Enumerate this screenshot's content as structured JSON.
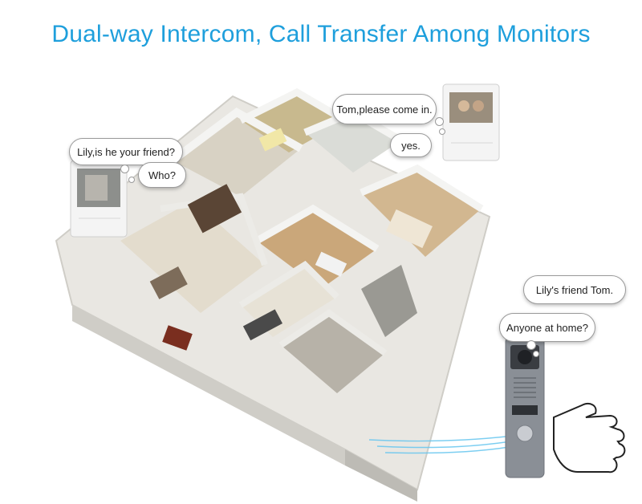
{
  "title": "Dual-way Intercom, Call Transfer Among Monitors",
  "bubbles": {
    "lily_question": "Lily,is he your friend?",
    "who": "Who?",
    "tom_come_in": "Tom,please come in.",
    "yes": "yes.",
    "lily_friend": "Lily's friend Tom.",
    "anyone_home": "Anyone at home?"
  },
  "colors": {
    "title": "#1e9fdc",
    "floor": "#d9c7a6",
    "wall": "#f1f1ef",
    "wall_shadow": "#c9c9c6",
    "door_panel": "#8a8f96",
    "signal_lines": "#66c6ef"
  }
}
